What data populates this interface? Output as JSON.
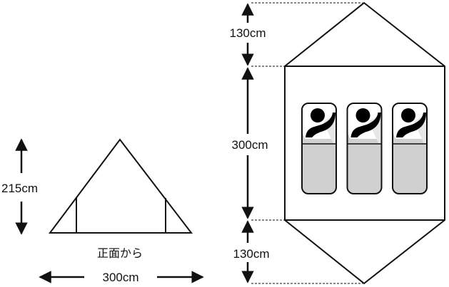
{
  "front_view": {
    "caption": "正面から",
    "height_label": "215cm",
    "width_label": "300cm"
  },
  "top_view": {
    "top_section_label": "130cm",
    "middle_section_label": "300cm",
    "bottom_section_label": "130cm",
    "sleeping_bag_count": 3
  }
}
